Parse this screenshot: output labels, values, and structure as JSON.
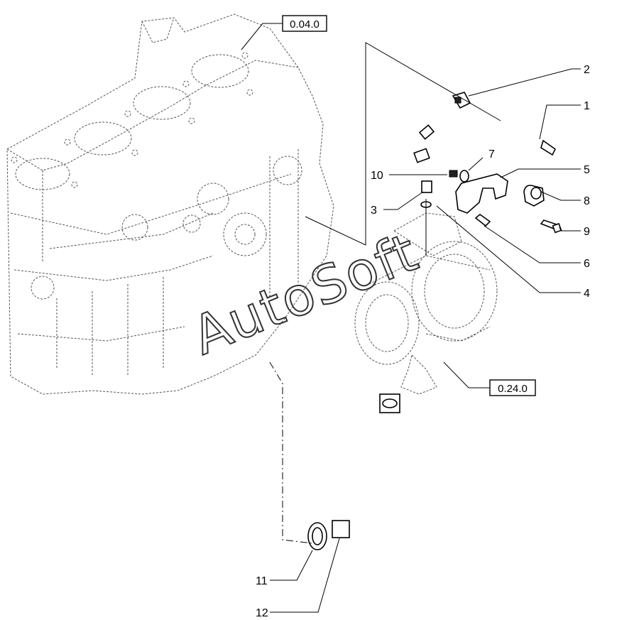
{
  "references": {
    "engine_block": "0.04.0",
    "turbocharger": "0.24.0"
  },
  "callouts": [
    "1",
    "2",
    "3",
    "4",
    "5",
    "6",
    "7",
    "8",
    "9",
    "10",
    "11",
    "12"
  ],
  "watermark": "AutoSoft"
}
